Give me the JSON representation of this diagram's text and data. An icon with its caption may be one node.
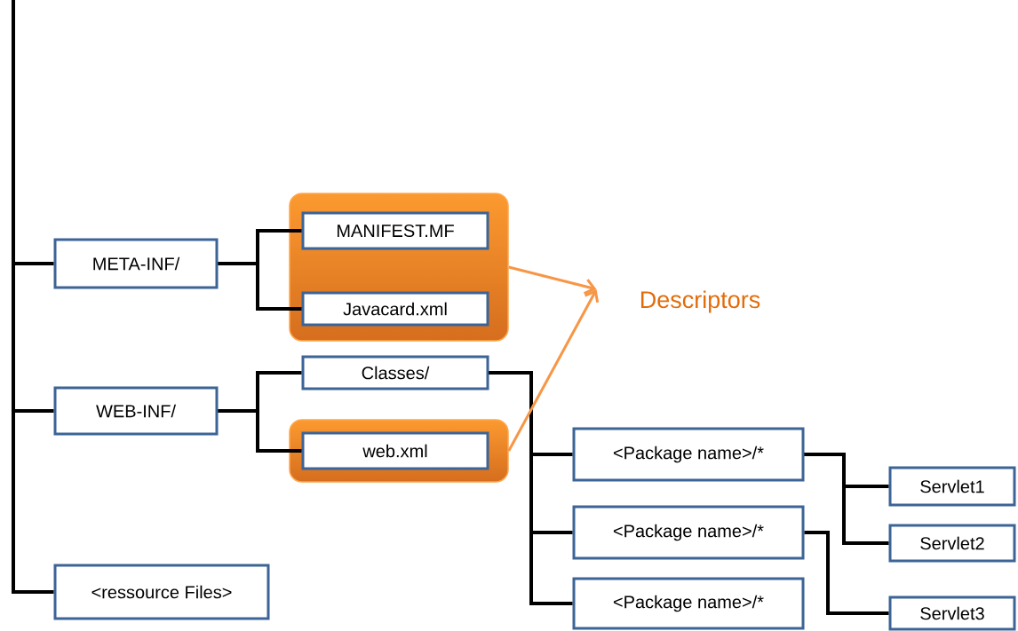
{
  "diagram": {
    "nodes": [
      {
        "text": [
          "META-INF/"
        ]
      },
      {
        "text": [],
        "shape": "box"
      },
      {
        "text": [
          "MANIFEST.MF"
        ],
        "in": 1
      },
      {
        "text": [
          "Javacard.xml"
        ],
        "in": 1
      },
      {
        "text": [
          "WEB-INF/"
        ]
      },
      {
        "text": [
          "Classes/"
        ]
      },
      {
        "text": [],
        "shape": "box"
      },
      {
        "text": [
          "web.xml"
        ],
        "in": 6
      },
      {
        "text": [
          "Descriptors"
        ]
      },
      {
        "text": [
          "<Package name>/*"
        ]
      },
      {
        "text": [
          "<Package name>/*"
        ]
      },
      {
        "text": [
          "<Package name>/*"
        ]
      },
      {
        "text": [
          "Servlet1"
        ]
      },
      {
        "text": [
          "Servlet2"
        ]
      },
      {
        "text": [
          "Servlet3"
        ]
      },
      {
        "text": [
          "<ressource Files>"
        ]
      }
    ],
    "edges": [
      {
        "from": null,
        "to": 0,
        "arrow": "none"
      },
      {
        "from": null,
        "to": 4,
        "arrow": "none"
      },
      {
        "from": null,
        "to": 15,
        "arrow": "none"
      },
      {
        "from": 0,
        "to": 2,
        "arrow": "none"
      },
      {
        "from": 0,
        "to": 3,
        "arrow": "none"
      },
      {
        "from": 4,
        "to": 5,
        "arrow": "none"
      },
      {
        "from": 4,
        "to": 7,
        "arrow": "none"
      },
      {
        "from": 5,
        "to": 9,
        "arrow": "none"
      },
      {
        "from": 5,
        "to": 10,
        "arrow": "none"
      },
      {
        "from": 5,
        "to": 11,
        "arrow": "none"
      },
      {
        "from": 9,
        "to": 12,
        "arrow": "none"
      },
      {
        "from": 9,
        "to": 13,
        "arrow": "none"
      },
      {
        "from": 10,
        "to": 14,
        "arrow": "none"
      },
      {
        "from": 1,
        "to": 8,
        "arrow": "to",
        "color": "#f79646"
      },
      {
        "from": 6,
        "to": 8,
        "arrow": "to",
        "color": "#f79646"
      }
    ]
  }
}
